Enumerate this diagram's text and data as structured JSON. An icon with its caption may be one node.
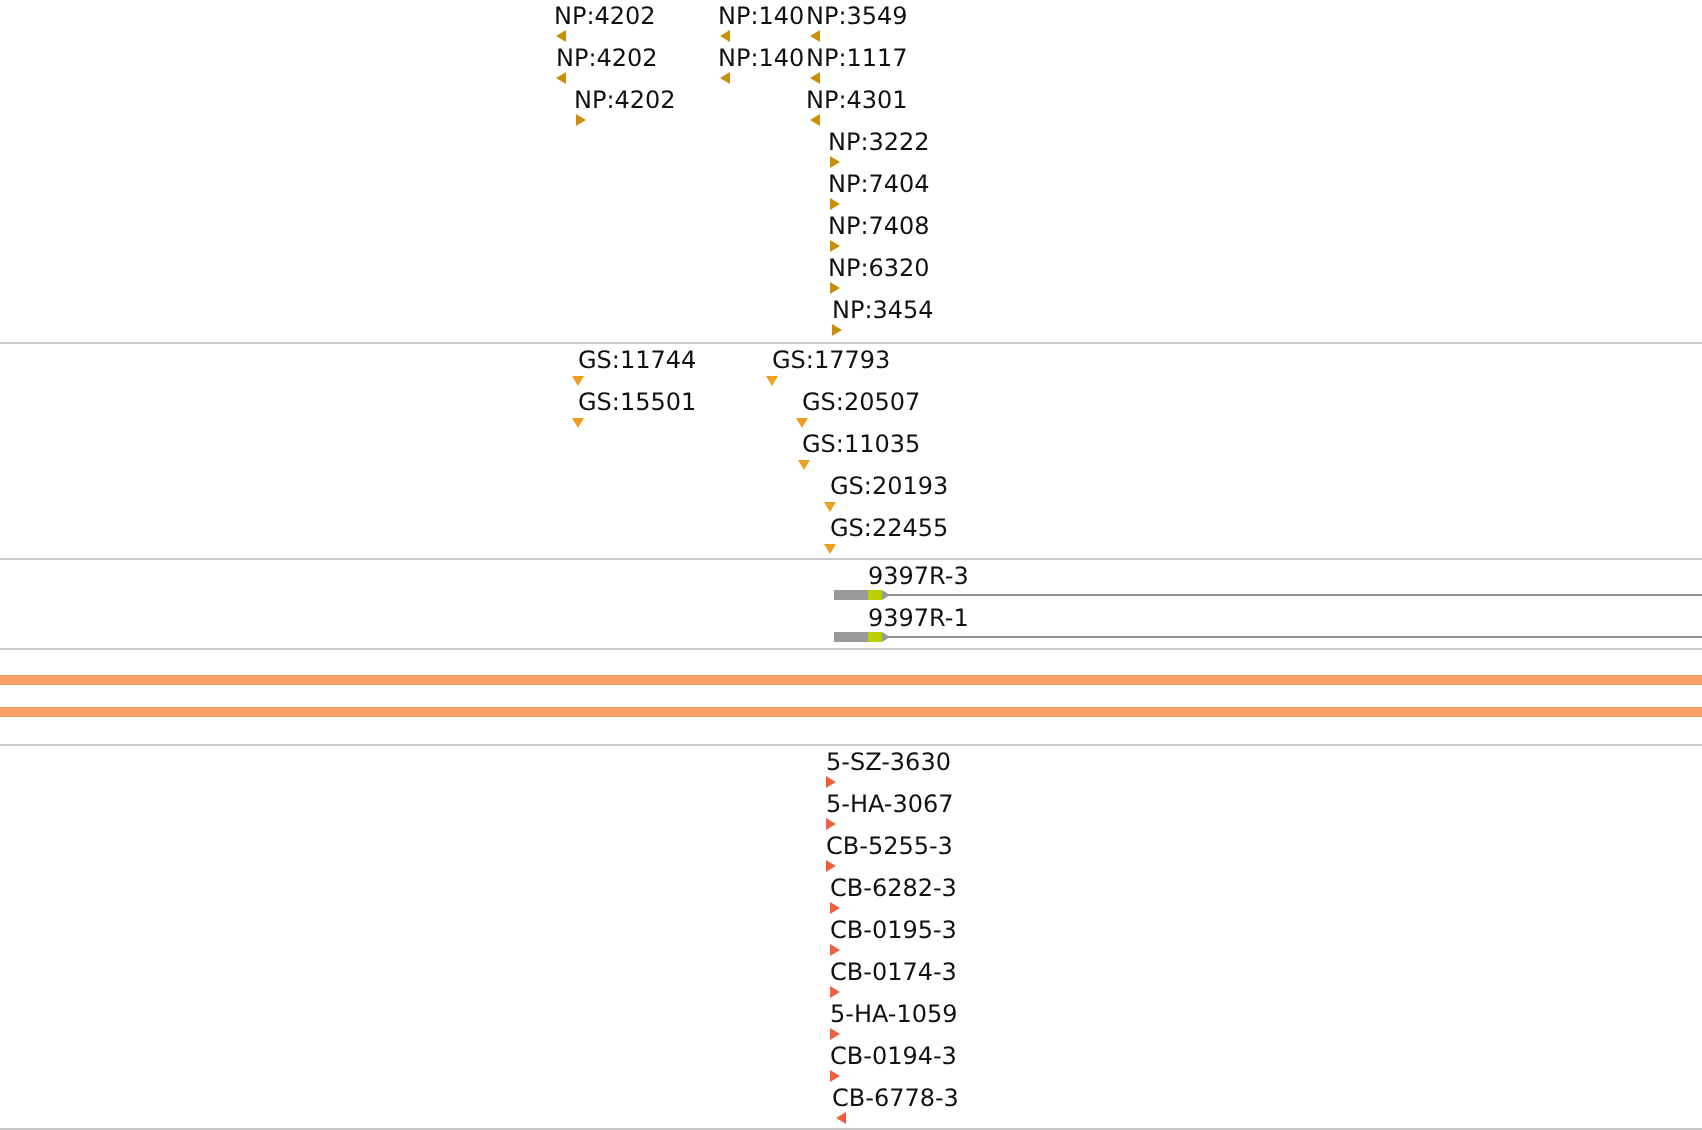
{
  "diagram": {
    "labels": [
      "NP:4202",
      "NP:140",
      "NP:3549",
      "NP:4202",
      "NP:140",
      "NP:1117",
      "NP:4202",
      "NP:4301",
      "NP:3222",
      "NP:7404",
      "NP:7408",
      "NP:6320",
      "NP:3454",
      "GS:11744",
      "GS:17793",
      "GS:15501",
      "GS:20507",
      "GS:11035",
      "GS:20193",
      "GS:22455",
      "9397R-3",
      "9397R-1",
      "5-SZ-3630",
      "5-HA-3067",
      "CB-5255-3",
      "CB-6282-3",
      "CB-0195-3",
      "CB-0174-3",
      "5-HA-1059",
      "CB-0194-3",
      "CB-6778-3"
    ]
  }
}
